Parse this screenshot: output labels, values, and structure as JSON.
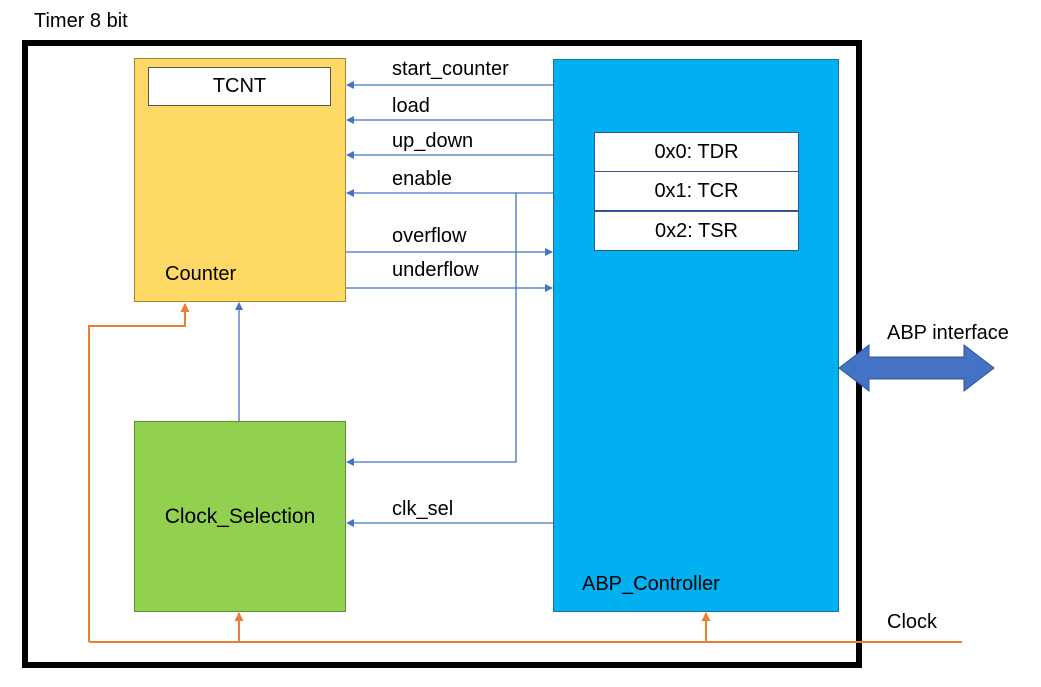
{
  "title": "Timer 8 bit",
  "blocks": {
    "counter": "Counter",
    "tcnt": "TCNT",
    "clock_selection": "Clock_Selection",
    "abp_controller": "ABP_Controller"
  },
  "registers": [
    "0x0: TDR",
    "0x1: TCR",
    "0x2: TSR"
  ],
  "signals": {
    "start_counter": "start_counter",
    "load": "load",
    "up_down": "up_down",
    "enable": "enable",
    "overflow": "overflow",
    "underflow": "underflow",
    "clk_sel": "clk_sel"
  },
  "external": {
    "abp_interface": "ABP interface",
    "clock": "Clock"
  },
  "colors": {
    "counter_fill": "#FFD966",
    "clock_selection_fill": "#92D050",
    "abp_controller_fill": "#00B0F0",
    "signal_line": "#4472C4",
    "clock_line": "#ED7D31"
  }
}
